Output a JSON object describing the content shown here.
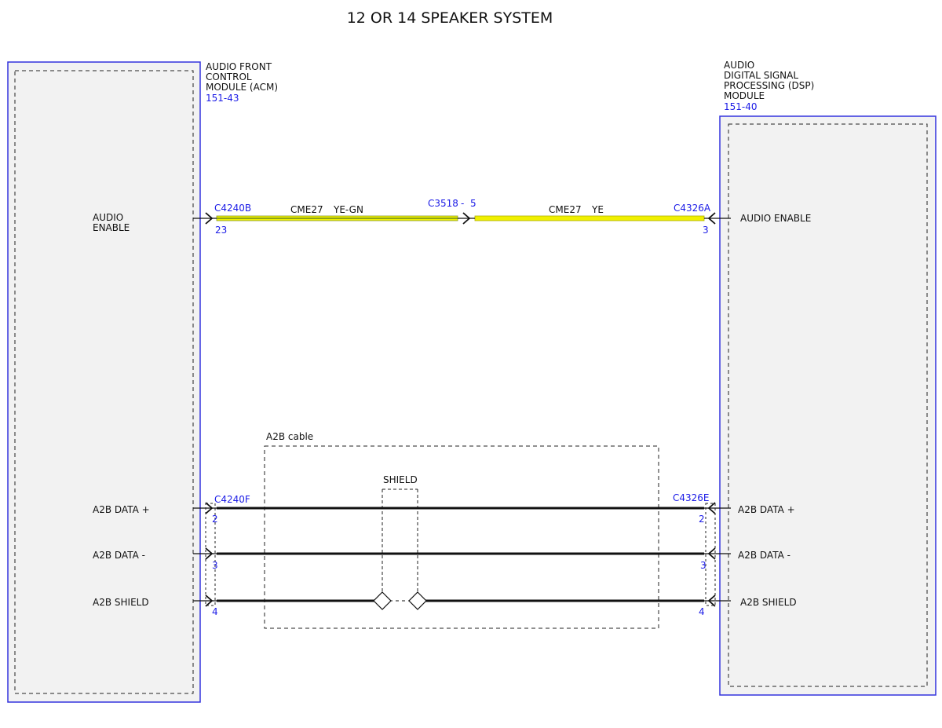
{
  "title": "12 OR 14 SPEAKER SYSTEM",
  "colors": {
    "module_border": "#3333dd",
    "module_fill": "#f2f2f2",
    "wire_yellow": "#f0f000",
    "wire_green_stripe": "#8a9a2a",
    "wire_black": "#111111",
    "code_blue": "#1a1ae6"
  },
  "acm": {
    "name_lines": [
      "AUDIO FRONT",
      "CONTROL",
      "MODULE (ACM)"
    ],
    "ref": "151-43",
    "pins": {
      "audio_enable_lines": [
        "AUDIO",
        "ENABLE"
      ],
      "a2b_data_plus": "A2B DATA +",
      "a2b_data_minus": "A2B DATA -",
      "a2b_shield": "A2B SHIELD"
    }
  },
  "dsp": {
    "name_lines": [
      "AUDIO",
      "DIGITAL SIGNAL",
      "PROCESSING (DSP)",
      "MODULE"
    ],
    "ref": "151-40",
    "pins": {
      "audio_enable": "AUDIO ENABLE",
      "a2b_data_plus": "A2B DATA +",
      "a2b_data_minus": "A2B DATA -",
      "a2b_shield": "A2B SHIELD"
    }
  },
  "audio_enable_circuit": {
    "left_connector": "C4240B",
    "left_pin": "23",
    "left_circuit": "CME27",
    "left_color": "YE-GN",
    "inline_connector": "C3518",
    "inline_sep": "-",
    "inline_pin": "5",
    "right_circuit": "CME27",
    "right_color": "YE",
    "right_connector": "C4326A",
    "right_pin": "3"
  },
  "a2b": {
    "cable_label": "A2B cable",
    "shield_label": "SHIELD",
    "left_connector": "C4240F",
    "right_connector": "C4326E",
    "left_pins": [
      "2",
      "3",
      "4"
    ],
    "right_pins": [
      "2",
      "3",
      "4"
    ]
  }
}
